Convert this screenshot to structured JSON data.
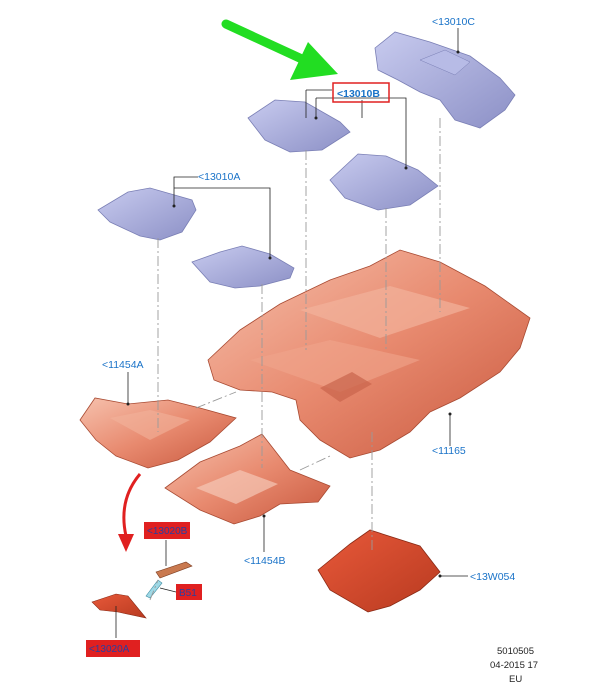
{
  "diagram": {
    "labels": {
      "part_13010C": "<13010C",
      "part_13010B": "<13010B",
      "part_13010A": "<13010A",
      "part_11454A": "<11454A",
      "part_11454B": "<11454B",
      "part_11165": "<11165",
      "part_13W054": "<13W054",
      "part_13020B": "<13020B",
      "part_13020A": "<13020A",
      "part_B51": "B51"
    },
    "stamp": {
      "line1": "5010505",
      "line2": "04-2015 17",
      "line3": "EU"
    },
    "colors": {
      "label_blue": "#1a73c8",
      "highlight_red": "#e02020",
      "mat_lavender": "#9fa4d4",
      "carpet_salmon": "#e88a6f",
      "insulator_orange": "#d4492a",
      "arrow_green": "#22dd22"
    }
  }
}
